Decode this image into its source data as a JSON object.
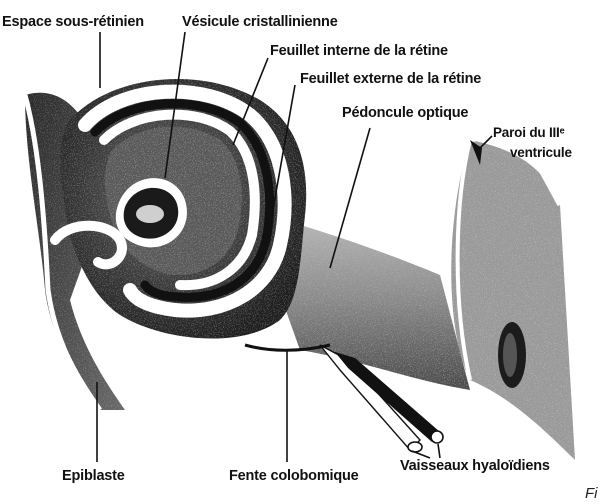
{
  "figure": {
    "labels": {
      "espace_sous_retinien": "Espace sous-rétinien",
      "vesicule_cristallinienne": "Vésicule cristallinienne",
      "feuillet_interne": "Feuillet interne de la rétine",
      "feuillet_externe": "Feuillet externe de la rétine",
      "pedoncule_optique": "Pédoncule optique",
      "paroi_line1": "Paroi du IIIᵉ",
      "paroi_line2": "ventricule",
      "epiblaste": "Epiblaste",
      "fente_colobomique": "Fente colobomique",
      "vaisseaux_hyaloidiens": "Vaisseaux hyaloïdiens",
      "corner_fragment": "Fi"
    }
  }
}
